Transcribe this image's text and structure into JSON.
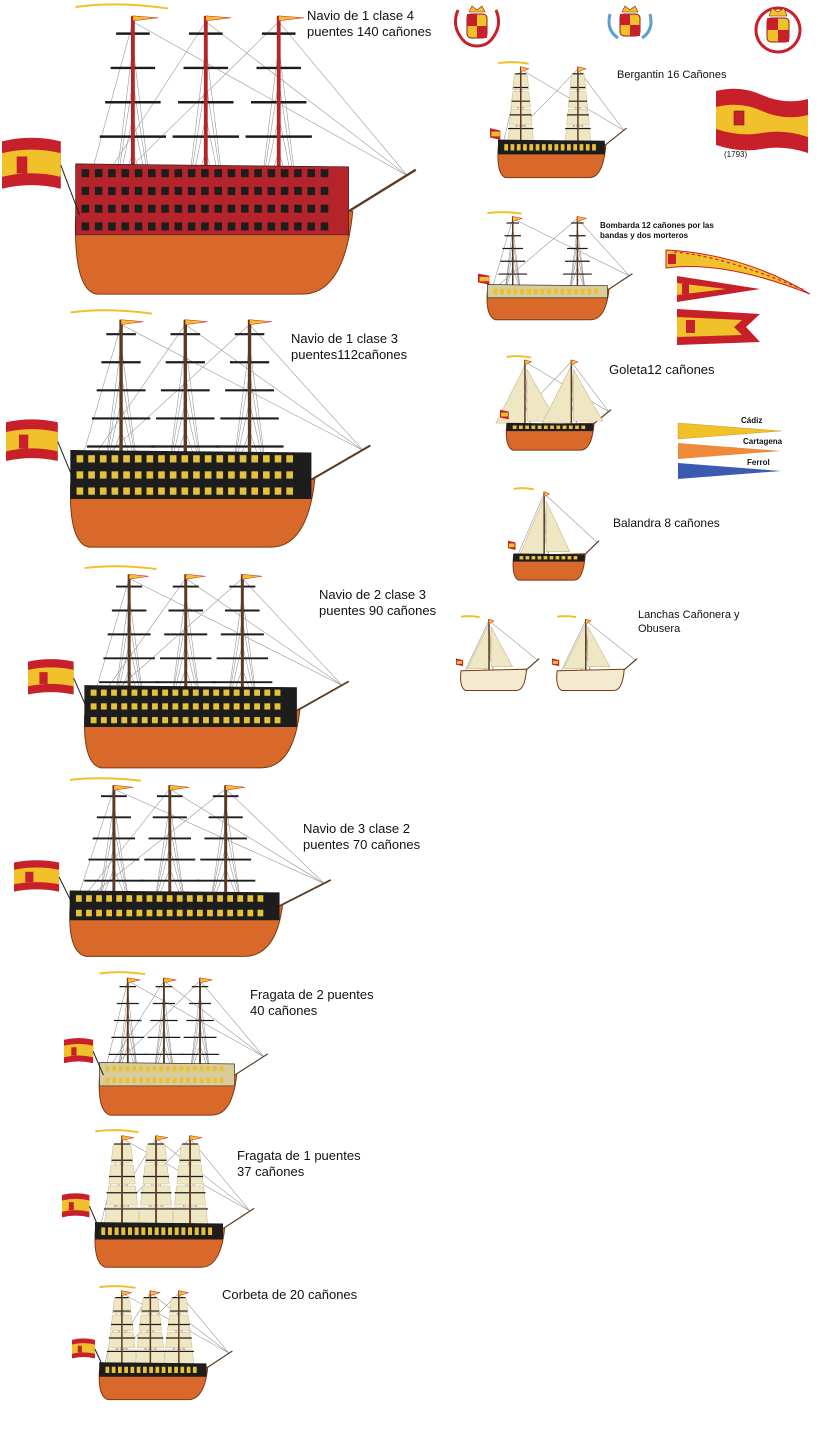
{
  "colors": {
    "hull": "#d9692a",
    "hull_dark": "#7a3a14",
    "hull_red": "#b5242b",
    "gunport_yellow": "#e6c23a",
    "black": "#1d1d1d",
    "sail": "#efe6c4",
    "sail_dark": "#c9b98a",
    "mast": "#5b3a22",
    "rigging": "#9a9a9a",
    "flag_red": "#c8202a",
    "flag_yellow": "#f1c12b",
    "blue": "#2d4aa0"
  },
  "ships": [
    {
      "id": "navio-1-4",
      "label": "Navio de 1 clase 4\npuentes 140 cañones"
    },
    {
      "id": "navio-1-3",
      "label": "Navio de 1 clase 3\n puentes112cañones"
    },
    {
      "id": "navio-2-3",
      "label": "Navio de 2 clase 3\n puentes 90 cañones"
    },
    {
      "id": "navio-3-2",
      "label": "Navio de 3 clase 2\npuentes 70 cañones"
    },
    {
      "id": "fragata-2",
      "label": "Fragata de 2 puentes\n40 cañones"
    },
    {
      "id": "fragata-1",
      "label": "Fragata de 1 puentes\n37  cañones"
    },
    {
      "id": "corbeta",
      "label": "Corbeta de 20 cañones"
    },
    {
      "id": "bergantin",
      "label": "Bergantin 16 Cañones"
    },
    {
      "id": "bombarda",
      "label": "Bombarda 12 cañones por las\nbandas y dos morteros"
    },
    {
      "id": "goleta",
      "label": "Goleta12 cañones"
    },
    {
      "id": "balandra",
      "label": "Balandra 8 cañones"
    },
    {
      "id": "lanchas",
      "label": "Lanchas Cañonera  y\nObusera"
    }
  ],
  "flag_year": "(1793)",
  "pennants": [
    {
      "label": "Cádiz",
      "color": "#f1c12b"
    },
    {
      "label": "Cartagena",
      "color": "#ef8a3a"
    },
    {
      "label": "Ferrol",
      "color": "#3a5bb0"
    }
  ],
  "icons": [
    "coat-of-arms-icon",
    "spanish-flag-icon",
    "pennant-icon",
    "ship-icon"
  ]
}
